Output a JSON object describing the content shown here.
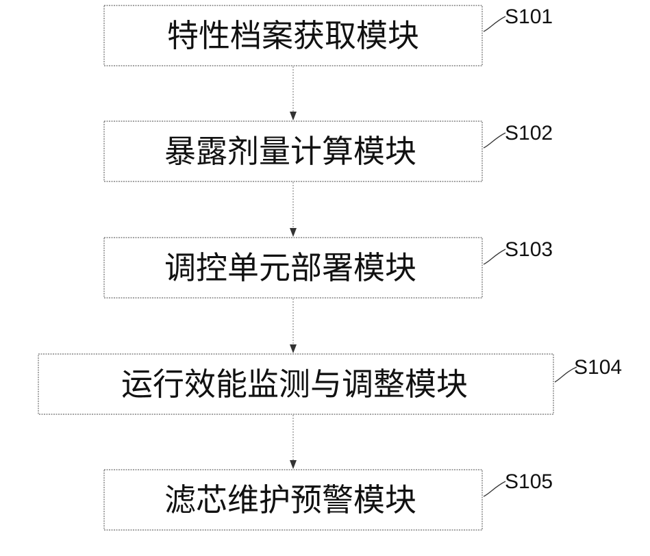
{
  "diagram": {
    "type": "flowchart",
    "direction": "top-to-bottom",
    "steps": [
      {
        "label": "特性档案获取模块",
        "code": "S101"
      },
      {
        "label": "暴露剂量计算模块",
        "code": "S102"
      },
      {
        "label": "调控单元部署模块",
        "code": "S103"
      },
      {
        "label": "运行效能监测与调整模块",
        "code": "S104"
      },
      {
        "label": "滤芯维护预警模块",
        "code": "S105"
      }
    ]
  }
}
